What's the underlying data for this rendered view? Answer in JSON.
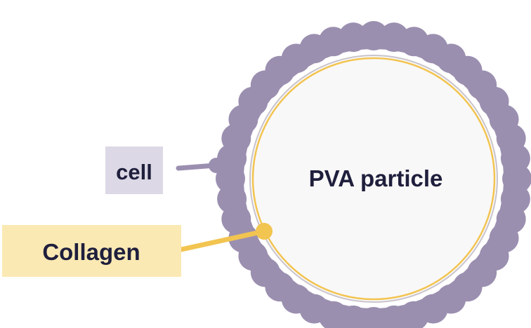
{
  "center_label": "PVA particle",
  "labels": {
    "cell": "cell",
    "collagen": "Collagen"
  },
  "colors": {
    "cell": "#9b8fb0",
    "cell_label_bg": "#dcd8e5",
    "collagen": "#f2c450",
    "collagen_label_bg": "#fbe9b4",
    "particle_fill": "#f9f8f8",
    "particle_stroke": "#c9c4cc",
    "text": "#1f1f3d"
  }
}
